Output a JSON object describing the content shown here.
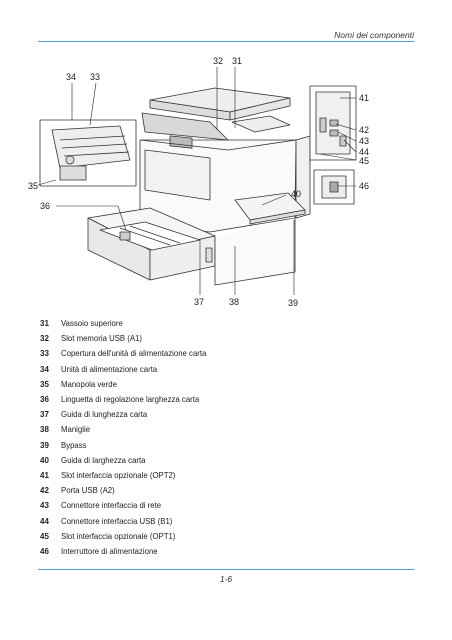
{
  "header": {
    "title": "Nomi dei componenti"
  },
  "footer": {
    "page_number": "1-6"
  },
  "callouts": {
    "c31": "31",
    "c32": "32",
    "c33": "33",
    "c34": "34",
    "c35": "35",
    "c36": "36",
    "c37": "37",
    "c38": "38",
    "c39": "39",
    "c40": "40",
    "c41": "41",
    "c42": "42",
    "c43": "43",
    "c44": "44",
    "c45": "45",
    "c46": "46"
  },
  "legend": [
    {
      "num": "31",
      "text": "Vassoio superiore"
    },
    {
      "num": "32",
      "text": "Slot memoria USB (A1)"
    },
    {
      "num": "33",
      "text": "Copertura dell'unità di alimentazione carta"
    },
    {
      "num": "34",
      "text": "Unità di alimentazione carta"
    },
    {
      "num": "35",
      "text": "Manopola verde"
    },
    {
      "num": "36",
      "text": "Linguetta di regolazione larghezza carta"
    },
    {
      "num": "37",
      "text": "Guida di lunghezza carta"
    },
    {
      "num": "38",
      "text": "Maniglie"
    },
    {
      "num": "39",
      "text": "Bypass"
    },
    {
      "num": "40",
      "text": "Guida di larghezza carta"
    },
    {
      "num": "41",
      "text": "Slot interfaccia opzionale (OPT2)"
    },
    {
      "num": "42",
      "text": "Porta USB (A2)"
    },
    {
      "num": "43",
      "text": "Connettore interfaccia di rete"
    },
    {
      "num": "44",
      "text": "Connettore interfaccia USB (B1)"
    },
    {
      "num": "45",
      "text": "Slot interfaccia opzionale (OPT1)"
    },
    {
      "num": "46",
      "text": "Interruttore di alimentazione"
    }
  ]
}
